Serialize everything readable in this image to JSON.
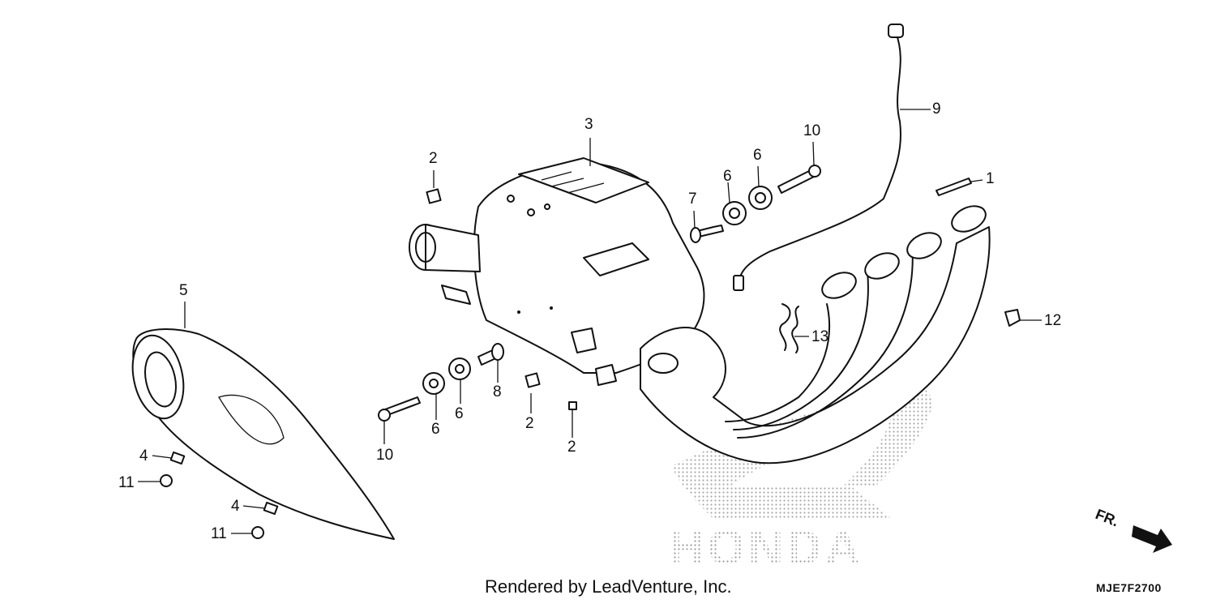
{
  "diagram": {
    "watermark_brand": "HONDA",
    "footer_text": "Rendered by LeadVenture, Inc.",
    "diagram_code": "MJE7F2700",
    "direction_marker": "FR.",
    "callouts": [
      {
        "id": "c1",
        "text": "1"
      },
      {
        "id": "c2a",
        "text": "2"
      },
      {
        "id": "c2b",
        "text": "2"
      },
      {
        "id": "c2c",
        "text": "2"
      },
      {
        "id": "c3",
        "text": "3"
      },
      {
        "id": "c4a",
        "text": "4"
      },
      {
        "id": "c4b",
        "text": "4"
      },
      {
        "id": "c5",
        "text": "5"
      },
      {
        "id": "c6a",
        "text": "6"
      },
      {
        "id": "c6b",
        "text": "6"
      },
      {
        "id": "c6c",
        "text": "6"
      },
      {
        "id": "c6d",
        "text": "6"
      },
      {
        "id": "c7",
        "text": "7"
      },
      {
        "id": "c8",
        "text": "8"
      },
      {
        "id": "c9",
        "text": "9"
      },
      {
        "id": "c10a",
        "text": "10"
      },
      {
        "id": "c10b",
        "text": "10"
      },
      {
        "id": "c11a",
        "text": "11"
      },
      {
        "id": "c11b",
        "text": "11"
      },
      {
        "id": "c12",
        "text": "12"
      },
      {
        "id": "c13",
        "text": "13"
      }
    ]
  }
}
